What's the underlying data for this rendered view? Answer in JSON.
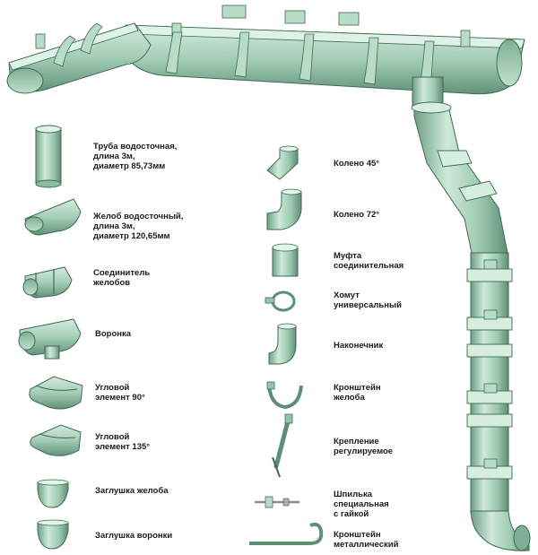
{
  "colors": {
    "pvc_light": "#c6e3d2",
    "pvc_mid": "#95c4aa",
    "pvc_dark": "#5d8f74",
    "pvc_edge": "#3f6a54",
    "metal": "#8a8a8a",
    "text": "#1a1a1a"
  },
  "parts_left": [
    {
      "id": "pipe",
      "label": "Труба водосточная,\nдлина 3м,\nдиаметр 85,73мм",
      "icon": "downpipe-icon"
    },
    {
      "id": "gutter",
      "label": "Желоб водосточный,\nдлина 3м,\nдиаметр 120,65мм",
      "icon": "gutter-icon"
    },
    {
      "id": "connector",
      "label": "Соединитель\nжелобов",
      "icon": "gutter-connector-icon"
    },
    {
      "id": "funnel",
      "label": "Воронка",
      "icon": "funnel-icon"
    },
    {
      "id": "corner90",
      "label": "Угловой\nэлемент 90°",
      "icon": "corner-90-icon"
    },
    {
      "id": "corner135",
      "label": "Угловой\nэлемент 135°",
      "icon": "corner-135-icon"
    },
    {
      "id": "gutter_cap",
      "label": "Заглушка желоба",
      "icon": "gutter-cap-icon"
    },
    {
      "id": "funnel_cap",
      "label": "Заглушка воронки",
      "icon": "funnel-cap-icon"
    }
  ],
  "parts_right": [
    {
      "id": "elbow45",
      "label": "Колено 45°",
      "icon": "elbow-45-icon"
    },
    {
      "id": "elbow72",
      "label": "Колено 72°",
      "icon": "elbow-72-icon"
    },
    {
      "id": "coupling",
      "label": "Муфта\nсоединительная",
      "icon": "coupling-icon"
    },
    {
      "id": "clamp",
      "label": "Хомут\nуниверсальный",
      "icon": "clamp-icon"
    },
    {
      "id": "outlet",
      "label": "Наконечник",
      "icon": "outlet-icon"
    },
    {
      "id": "bracket",
      "label": "Кронштейн\nжелоба",
      "icon": "gutter-bracket-icon"
    },
    {
      "id": "adj_mount",
      "label": "Крепление\nрегулируемое",
      "icon": "adjustable-mount-icon"
    },
    {
      "id": "stud",
      "label": "Шпилька\nспециальная\nс гайкой",
      "icon": "stud-nut-icon"
    },
    {
      "id": "metal_bracket",
      "label": "Кронштейн\nметаллический",
      "icon": "metal-bracket-icon"
    }
  ]
}
